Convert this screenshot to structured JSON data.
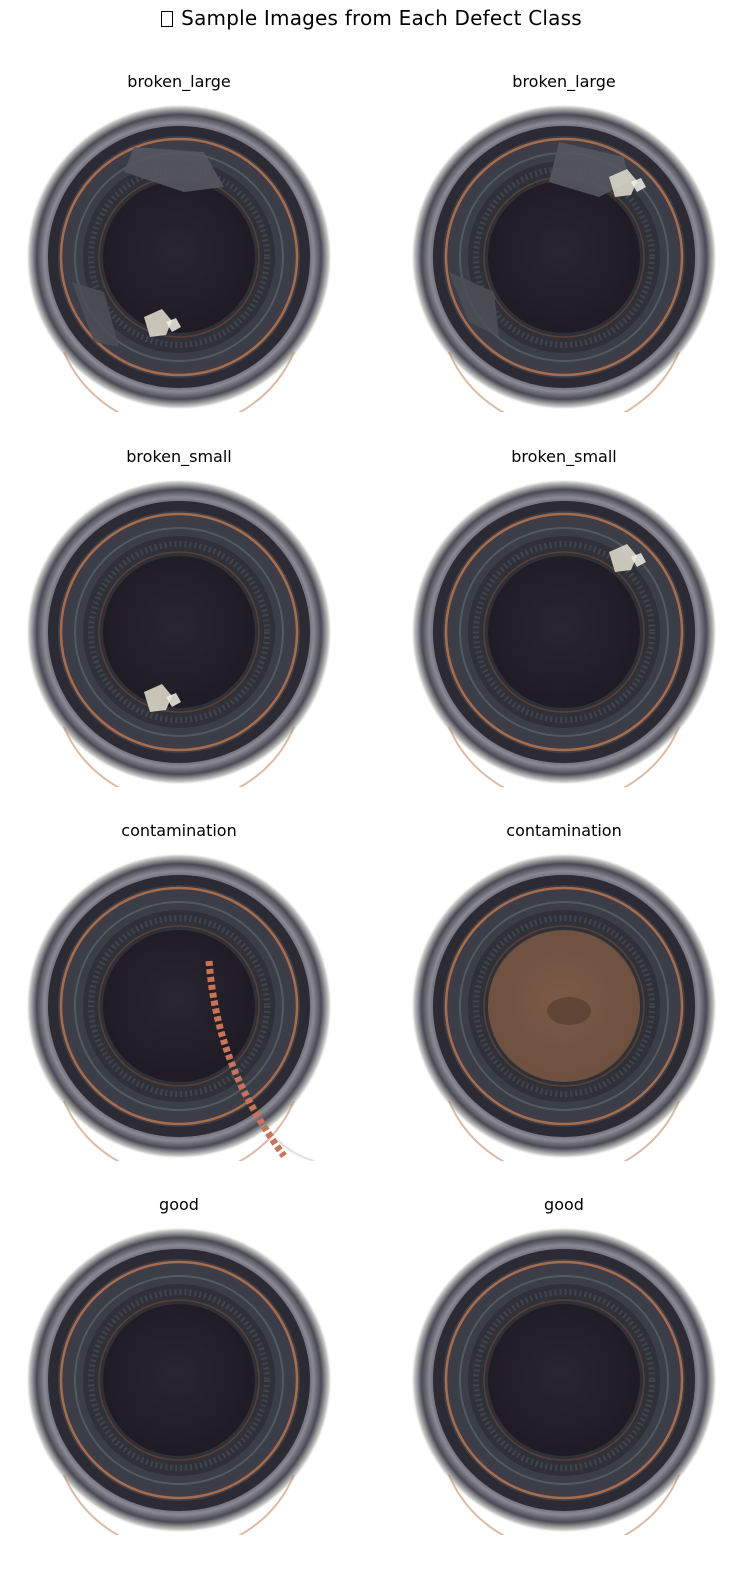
{
  "figure": {
    "title": "Sample Images from Each Defect Class",
    "title_icon": "missing-glyph-box"
  },
  "panels": [
    {
      "label": "broken_large",
      "defect": "broken_large"
    },
    {
      "label": "broken_large",
      "defect": "broken_large_b"
    },
    {
      "label": "broken_small",
      "defect": "broken_small"
    },
    {
      "label": "broken_small",
      "defect": "broken_small_b"
    },
    {
      "label": "contamination",
      "defect": "contamination"
    },
    {
      "label": "contamination",
      "defect": "contamination_b"
    },
    {
      "label": "good",
      "defect": "good"
    },
    {
      "label": "good",
      "defect": "good_b"
    }
  ],
  "colors": {
    "background": "#ffffff",
    "bottle_outer": "#4a4955",
    "bottle_dark": "#24222b",
    "inner_hole": "#1f1b24",
    "copper_ring": "#b8764e",
    "fleck": "#d9d6c8",
    "contamination_fiber": "#c8735a",
    "contamination_liquid": "#6e5040"
  }
}
